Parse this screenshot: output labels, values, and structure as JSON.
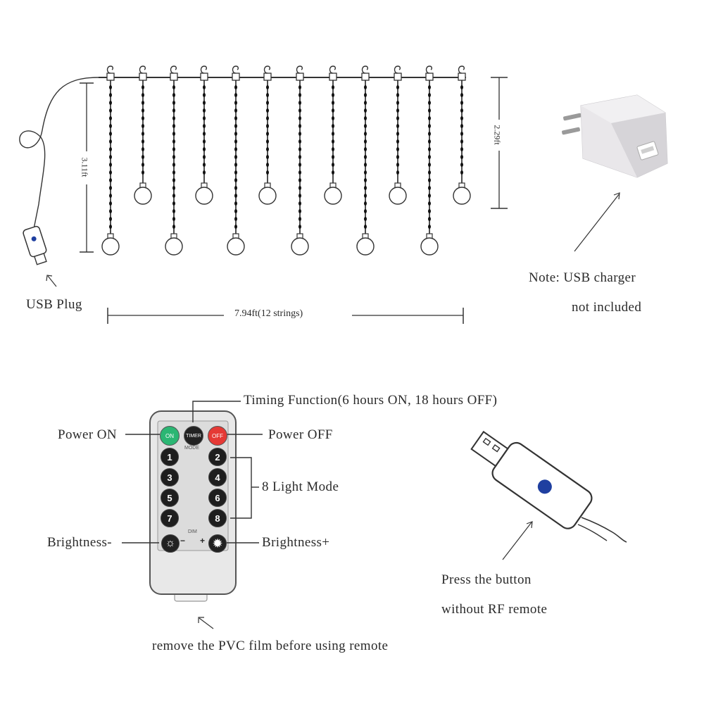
{
  "curtain": {
    "width_label": "7.94ft(12 strings)",
    "left_height_label": "3.11ft",
    "right_height_label": "2.29ft",
    "usb_plug_label": "USB Plug"
  },
  "charger": {
    "note_line1": "Note: USB charger",
    "note_line2": "not included"
  },
  "remote": {
    "timer_callout": "Timing Function(6 hours ON, 18 hours OFF)",
    "power_on_callout": "Power ON",
    "power_off_callout": "Power OFF",
    "light_mode_callout": "8 Light Mode",
    "brightness_minus_callout": "Brightness-",
    "brightness_plus_callout": "Brightness+",
    "film_note": "remove the PVC film before using remote",
    "buttons": {
      "on": "ON",
      "timer": "TIMER",
      "off": "OFF",
      "mode_label": "MODE",
      "dim_label": "DIM",
      "minus": "−",
      "plus": "+",
      "numbers": [
        "1",
        "2",
        "3",
        "4",
        "5",
        "6",
        "7",
        "8"
      ]
    },
    "colors": {
      "on": "#2bb673",
      "timer": "#222222",
      "off": "#e53935"
    }
  },
  "usb_stick": {
    "note_line1": "Press the button",
    "note_line2": "without RF remote",
    "button_color": "#1f3fa0"
  }
}
